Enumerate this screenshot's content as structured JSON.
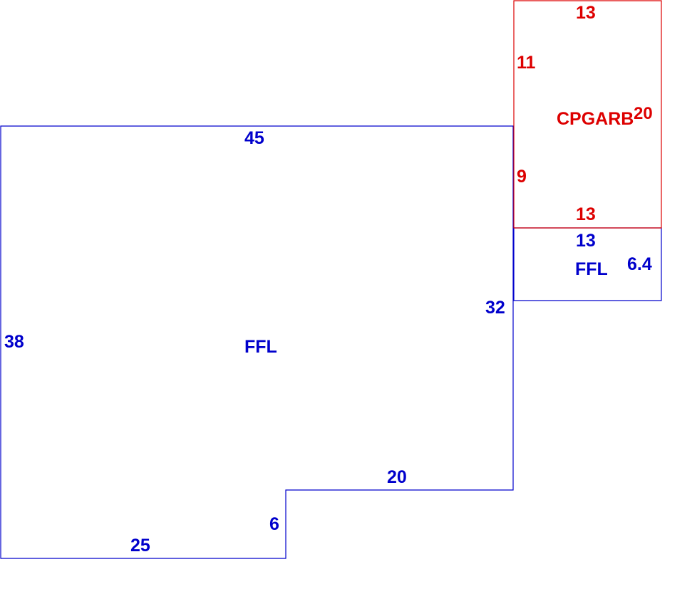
{
  "colors": {
    "living": "#0000cc",
    "garage": "#dd0000",
    "background": "#ffffff"
  },
  "areas": {
    "main": {
      "name": "FFL",
      "dimensions": {
        "top": "45",
        "left": "38",
        "right": "32",
        "step_top": "20",
        "step_side": "6",
        "bottom": "25"
      }
    },
    "annex": {
      "name": "FFL",
      "dimensions": {
        "top": "13",
        "right": "6.4"
      }
    },
    "garage": {
      "name": "CPGARB",
      "dimensions": {
        "top": "13",
        "bottom": "13",
        "left_upper": "11",
        "left_lower": "9",
        "right": "20"
      }
    }
  }
}
